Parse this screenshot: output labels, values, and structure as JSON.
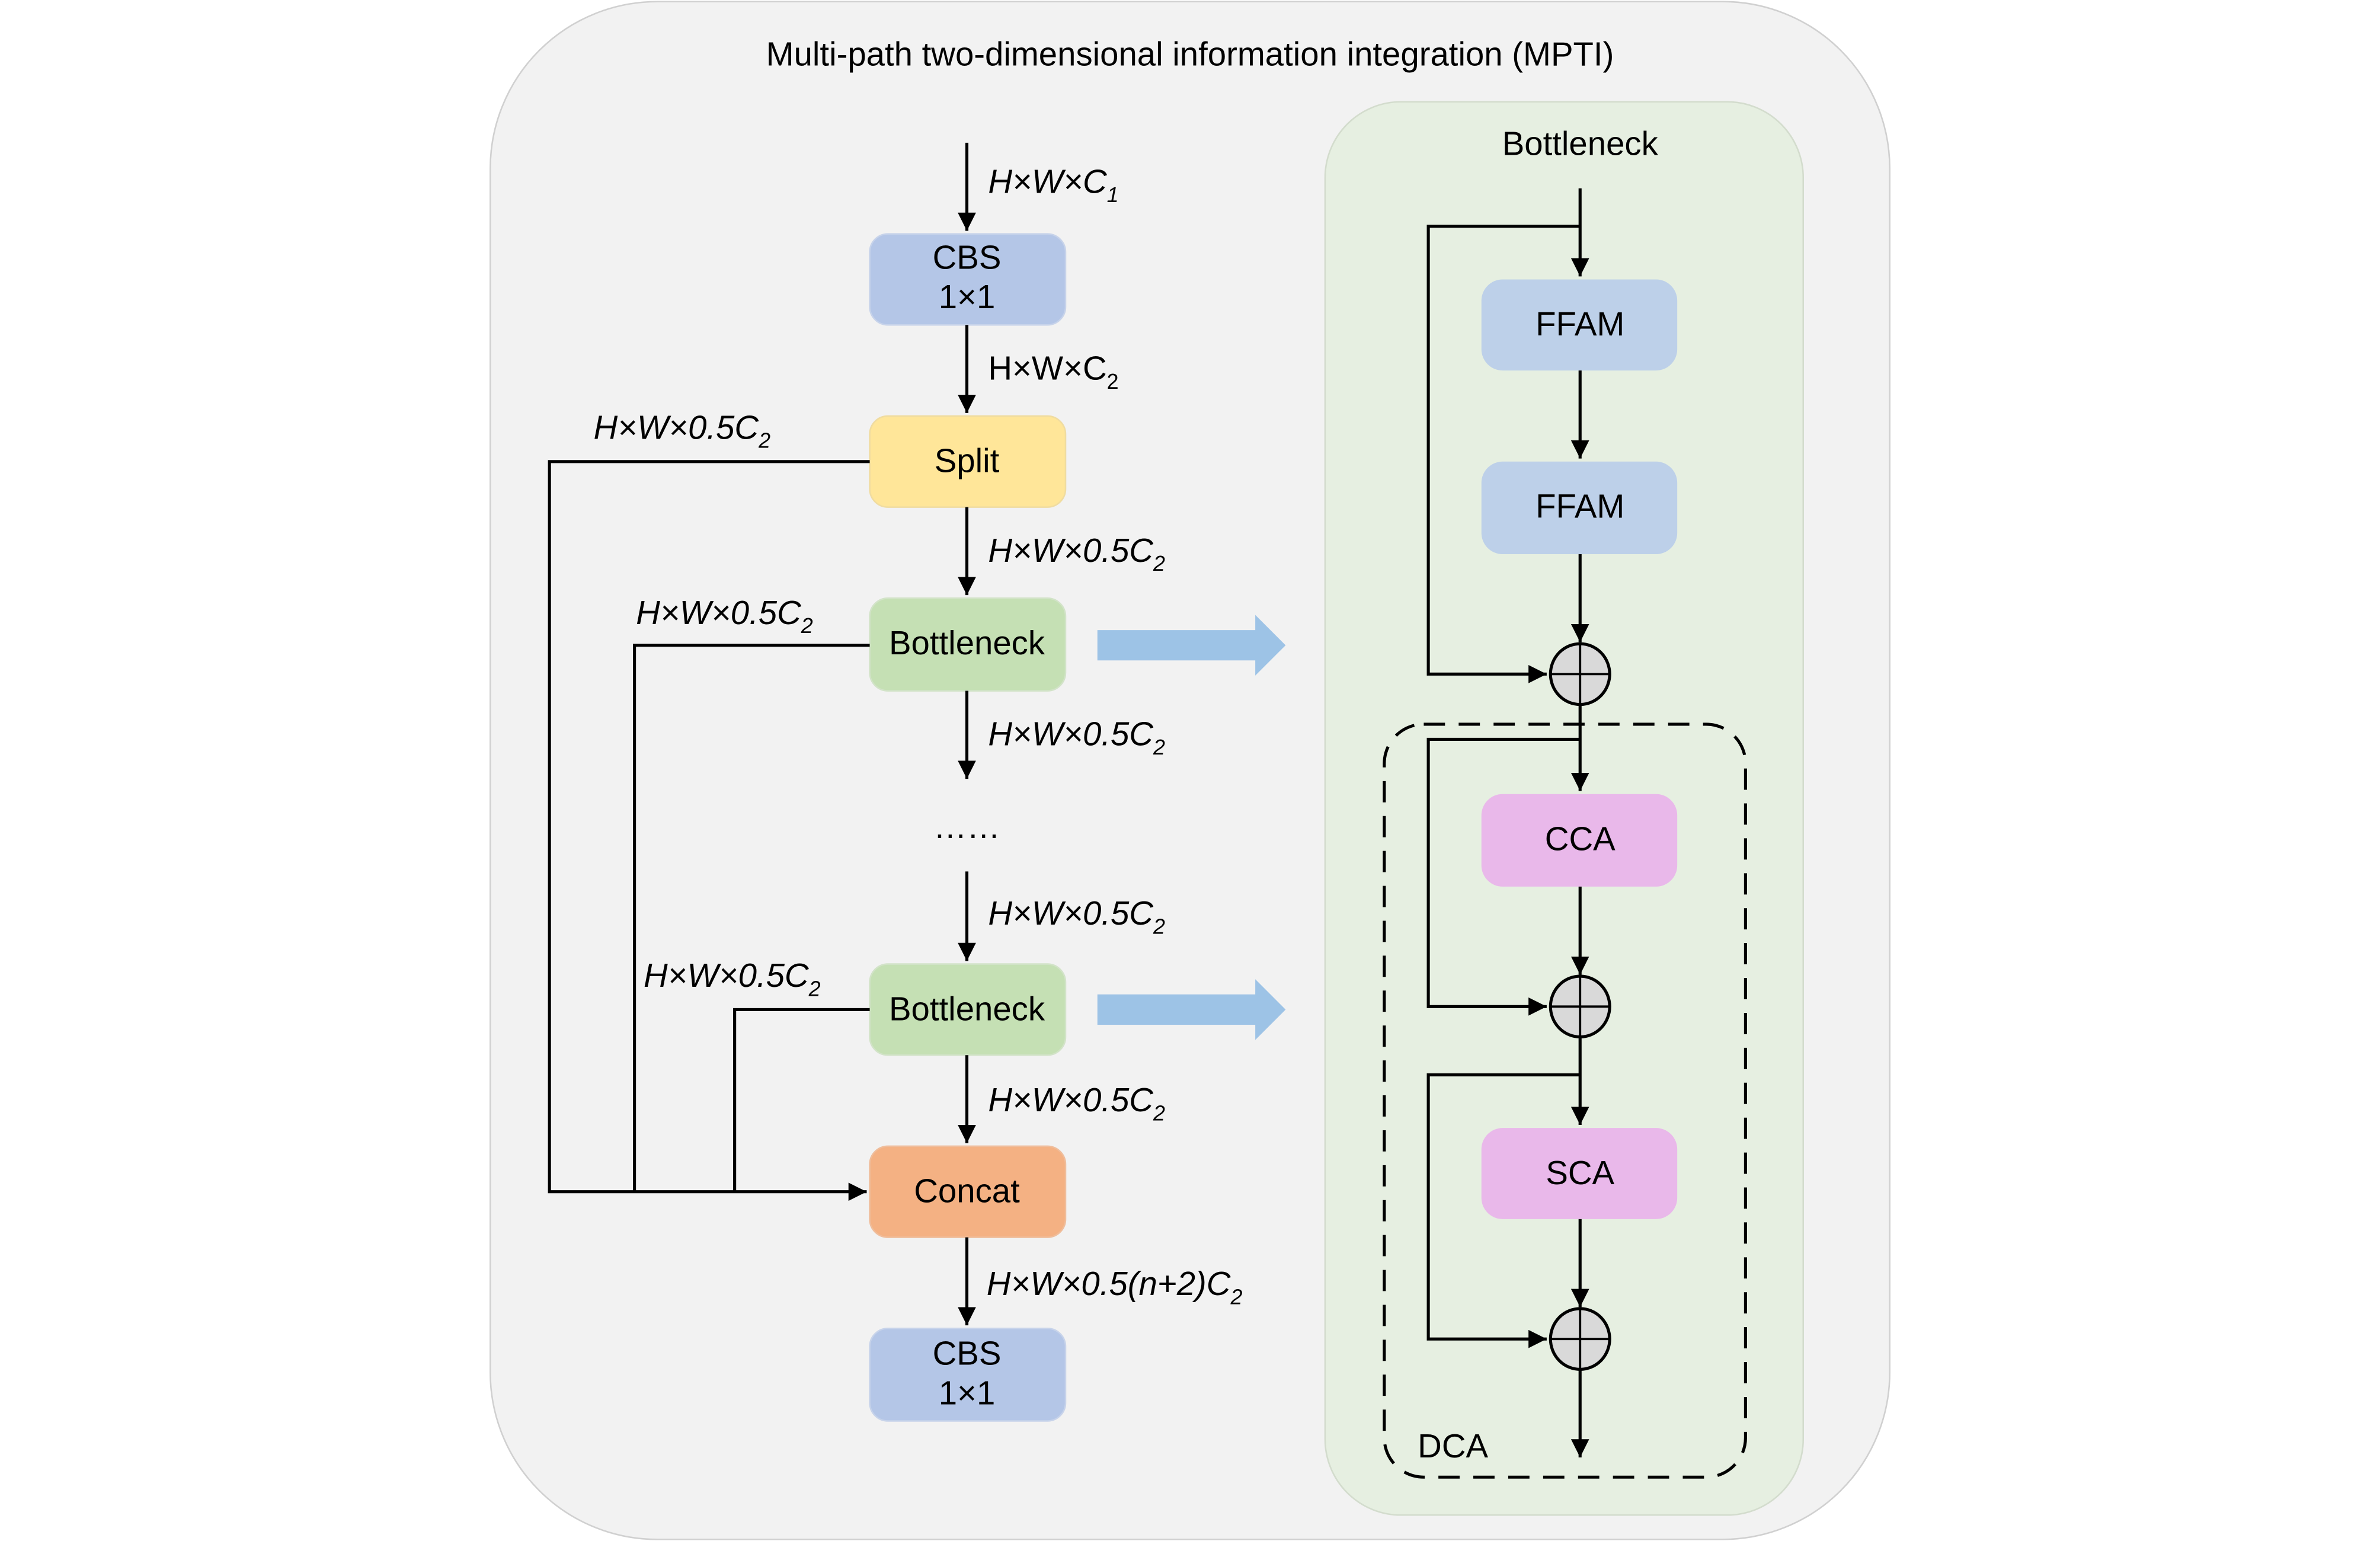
{
  "title": "Multi-path two-dimensional information integration (MPTI)",
  "colors": {
    "outer_bg": "#f2f2f2",
    "panel_bg": "#e6efe1",
    "cbs": "#b4c6e7",
    "split": "#ffe699",
    "bottleneck": "#c5e0b4",
    "concat": "#f4b183",
    "ffam": "#bdd0e9",
    "attention": "#e9b8ea",
    "flow_arrow": "#9dc3e6",
    "sum_node": "#d9d9d9"
  },
  "left": {
    "blocks": {
      "cbs_top": [
        "CBS",
        "1×1"
      ],
      "split": "Split",
      "bottleneck_1": "Bottleneck",
      "ellipsis": "……",
      "bottleneck_n": "Bottleneck",
      "concat": "Concat",
      "cbs_bottom": [
        "CBS",
        "1×1"
      ]
    },
    "labels": {
      "input": {
        "pre": "H×W×C",
        "sub": "1",
        "italic": true
      },
      "after_cbs": {
        "pre": "H×W×C",
        "sub": "2",
        "italic": false
      },
      "split_side": {
        "pre": "H×W×0.5C",
        "sub": "2"
      },
      "split_down": {
        "pre": "H×W×0.5C",
        "sub": "2"
      },
      "bn1_side": {
        "pre": "H×W×0.5C",
        "sub": "2"
      },
      "bn1_down": {
        "pre": "H×W×0.5C",
        "sub": "2"
      },
      "into_bnn": {
        "pre": "H×W×0.5C",
        "sub": "2"
      },
      "bnn_side": {
        "pre": "H×W×0.5C",
        "sub": "2"
      },
      "bnn_down": {
        "pre": "H×W×0.5C",
        "sub": "2"
      },
      "concat_out": {
        "pre": "H×W×0.5(n+2)C",
        "sub": "2"
      }
    }
  },
  "right": {
    "title": "Bottleneck",
    "blocks": [
      "FFAM",
      "FFAM",
      "CCA",
      "SCA"
    ],
    "group_label": "DCA"
  }
}
